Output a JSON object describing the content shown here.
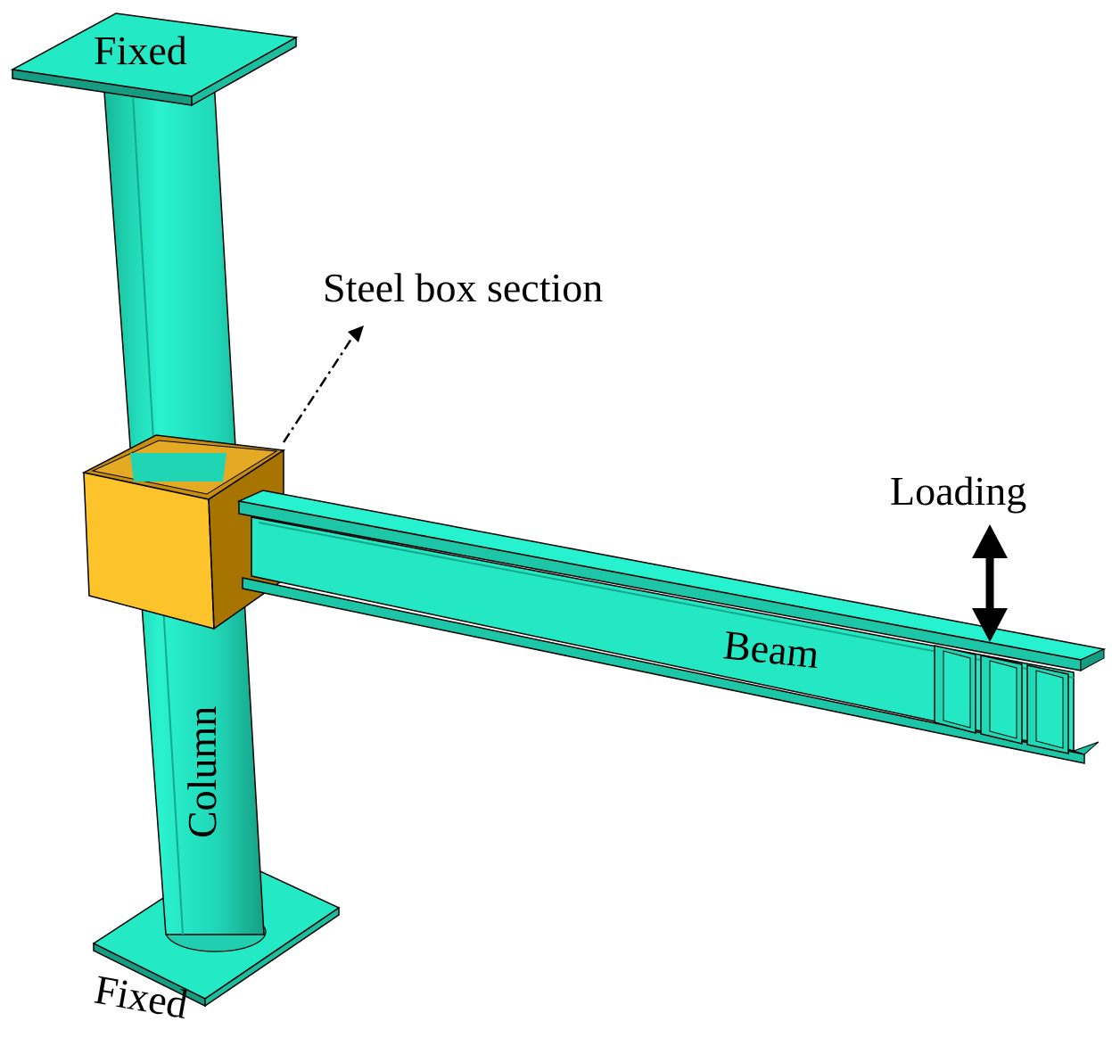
{
  "labels": {
    "fixed_top": "Fixed",
    "fixed_bottom": "Fixed",
    "steel_box": "Steel box section",
    "loading": "Loading",
    "beam": "Beam",
    "column": "Column"
  },
  "colors": {
    "steel_teal": "#22EDC6",
    "steel_teal_dark": "#18A58A",
    "column_shade": "#20D2B2",
    "box_front": "#FDC32B",
    "box_side": "#A87400",
    "box_inner": "#C98E12",
    "outline": "#000000",
    "arrow": "#000000"
  }
}
